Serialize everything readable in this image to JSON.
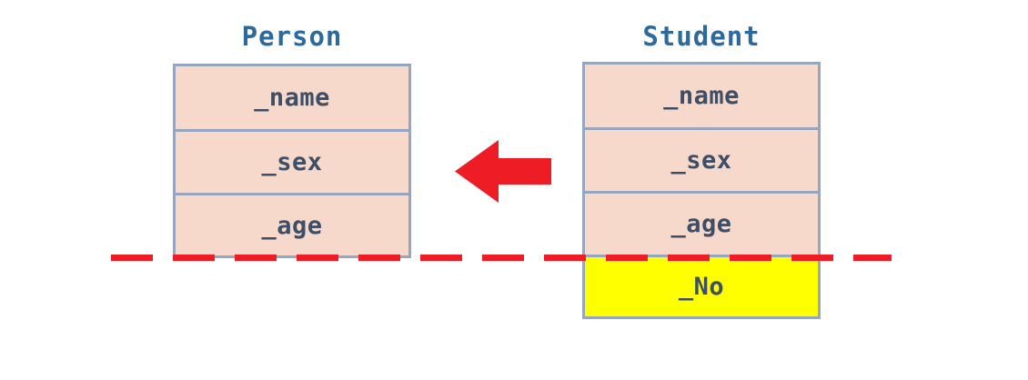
{
  "diagram": {
    "type": "class-inheritance",
    "background_color": "#ffffff",
    "colors": {
      "box_fill": "#f7d9cc",
      "box_border": "#97a6bf",
      "attribute_text": "#3d4e66",
      "title_text": "#2c6a9e",
      "highlight_fill": "#ffff00",
      "accent_red": "#ee1c25"
    },
    "classes": [
      {
        "id": "person",
        "title": "Person",
        "attributes": [
          {
            "label": "_name",
            "highlight": false
          },
          {
            "label": "_sex",
            "highlight": false
          },
          {
            "label": "_age",
            "highlight": false
          }
        ]
      },
      {
        "id": "student",
        "title": "Student",
        "attributes": [
          {
            "label": "_name",
            "highlight": false
          },
          {
            "label": "_sex",
            "highlight": false
          },
          {
            "label": "_age",
            "highlight": false
          },
          {
            "label": "_No",
            "highlight": true
          }
        ]
      }
    ],
    "arrow": {
      "name": "inheritance-arrow",
      "direction": "left",
      "from": "student",
      "to": "person",
      "color": "#ee1c25"
    },
    "separator": {
      "name": "inherited-members-divider",
      "style": "dashed",
      "color": "#ee1c25"
    }
  }
}
